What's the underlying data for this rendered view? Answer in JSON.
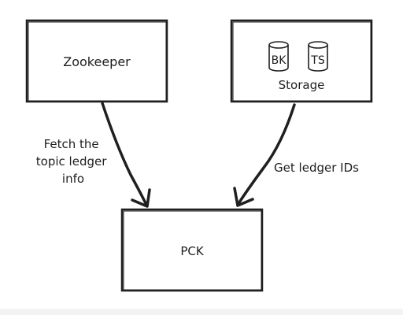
{
  "nodes": {
    "zookeeper": {
      "label": "Zookeeper"
    },
    "storage": {
      "label": "Storage",
      "cylinders": [
        {
          "label": "BK"
        },
        {
          "label": "TS"
        }
      ]
    },
    "pck": {
      "label": "PCK"
    }
  },
  "edges": {
    "fetch": {
      "label_lines": [
        "Fetch the",
        "topic ledger",
        "info"
      ]
    },
    "ledger_ids": {
      "label": "Get ledger IDs"
    }
  },
  "colors": {
    "stroke": "#1f1f1f",
    "text": "#1f1f1f",
    "background": "#ffffff",
    "bottom_band": "#f3f3f3"
  }
}
